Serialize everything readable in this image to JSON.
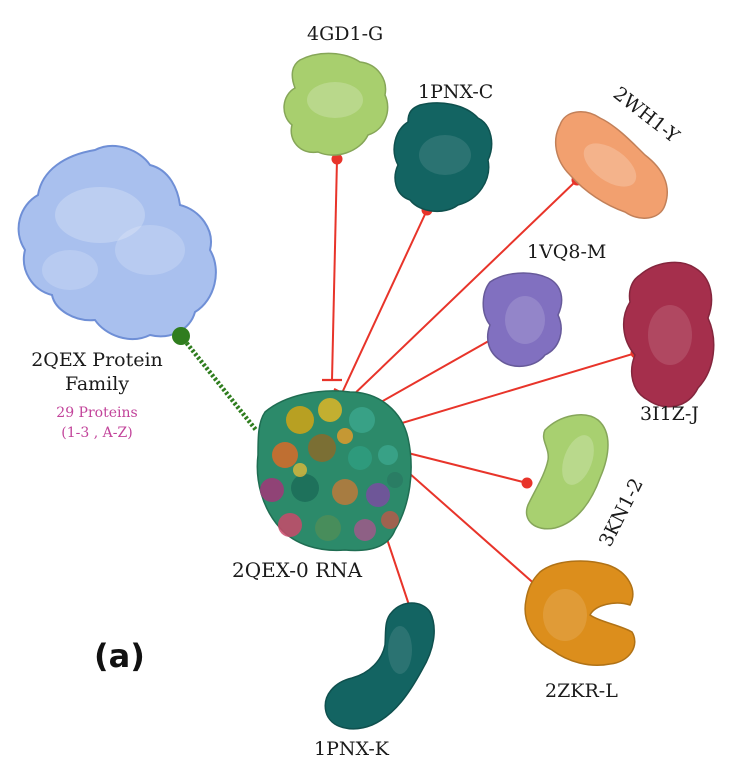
{
  "panel_label": "(a)",
  "center": {
    "label": "2QEX-0 RNA"
  },
  "family": {
    "title_line1": "2QEX Protein",
    "title_line2": "Family",
    "count": "29 Proteins",
    "range": "(1-3 , A-Z)",
    "color": "#a9c0ee",
    "link_color": "#2f7d1e"
  },
  "proteins": [
    {
      "label": "4GD1-G",
      "color": "#a8cf6e"
    },
    {
      "label": "1PNX-C",
      "color": "#136462"
    },
    {
      "label": "2WH1-Y",
      "color": "#f2a06f"
    },
    {
      "label": "1VQ8-M",
      "color": "#8170c0"
    },
    {
      "label": "3I1Z-J",
      "color": "#a52f4c"
    },
    {
      "label": "3KN1-2",
      "color": "#a8d070"
    },
    {
      "label": "2ZKR-L",
      "color": "#dc8e1c"
    },
    {
      "label": "1PNX-K",
      "color": "#136462"
    }
  ],
  "edge_color": "#e8342a"
}
